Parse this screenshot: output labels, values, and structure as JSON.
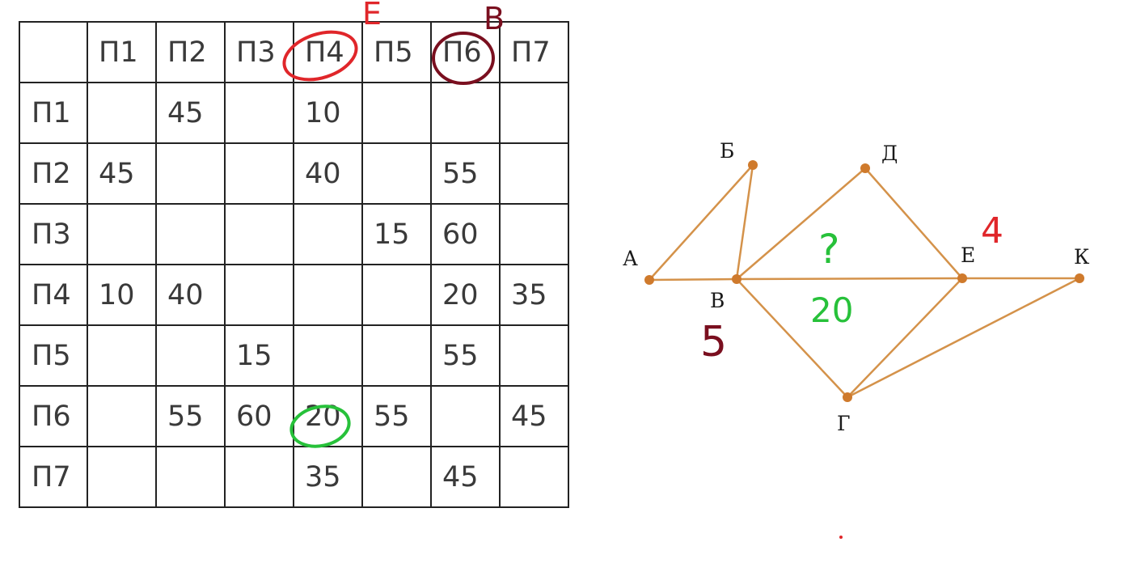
{
  "matrix": {
    "col_headers": [
      "П1",
      "П2",
      "П3",
      "П4",
      "П5",
      "П6",
      "П7"
    ],
    "rows": [
      {
        "label": "П1",
        "cells": [
          "",
          "45",
          "",
          "10",
          "",
          "",
          ""
        ]
      },
      {
        "label": "П2",
        "cells": [
          "45",
          "",
          "",
          "40",
          "",
          "55",
          ""
        ]
      },
      {
        "label": "П3",
        "cells": [
          "",
          "",
          "",
          "",
          "15",
          "60",
          ""
        ]
      },
      {
        "label": "П4",
        "cells": [
          "10",
          "40",
          "",
          "",
          "",
          "20",
          "35"
        ]
      },
      {
        "label": "П5",
        "cells": [
          "",
          "",
          "15",
          "",
          "",
          "55",
          ""
        ]
      },
      {
        "label": "П6",
        "cells": [
          "",
          "55",
          "60",
          "20",
          "55",
          "",
          "45"
        ]
      },
      {
        "label": "П7",
        "cells": [
          "",
          "",
          "",
          "35",
          "",
          "45",
          ""
        ]
      }
    ]
  },
  "graph": {
    "nodes": [
      {
        "id": "A",
        "label": "А"
      },
      {
        "id": "B",
        "label": "Б"
      },
      {
        "id": "V",
        "label": "В"
      },
      {
        "id": "G",
        "label": "Г"
      },
      {
        "id": "D",
        "label": "Д"
      },
      {
        "id": "E",
        "label": "Е"
      },
      {
        "id": "K",
        "label": "К"
      }
    ],
    "edges": [
      [
        "A",
        "B"
      ],
      [
        "A",
        "V"
      ],
      [
        "B",
        "V"
      ],
      [
        "V",
        "D"
      ],
      [
        "V",
        "E"
      ],
      [
        "V",
        "G"
      ],
      [
        "D",
        "E"
      ],
      [
        "E",
        "G"
      ],
      [
        "E",
        "K"
      ],
      [
        "G",
        "K"
      ]
    ]
  },
  "annotations": {
    "p4_letter": "Е",
    "p6_letter": "В",
    "e_weight": "4",
    "v_weight": "5",
    "question": "?",
    "ve_value": "20"
  },
  "colors": {
    "edge": "#d4924a",
    "node": "#cf7a2c",
    "red_mark": "#e0262a",
    "dark_mark": "#7a0f1f",
    "green_mark": "#27c13a"
  }
}
